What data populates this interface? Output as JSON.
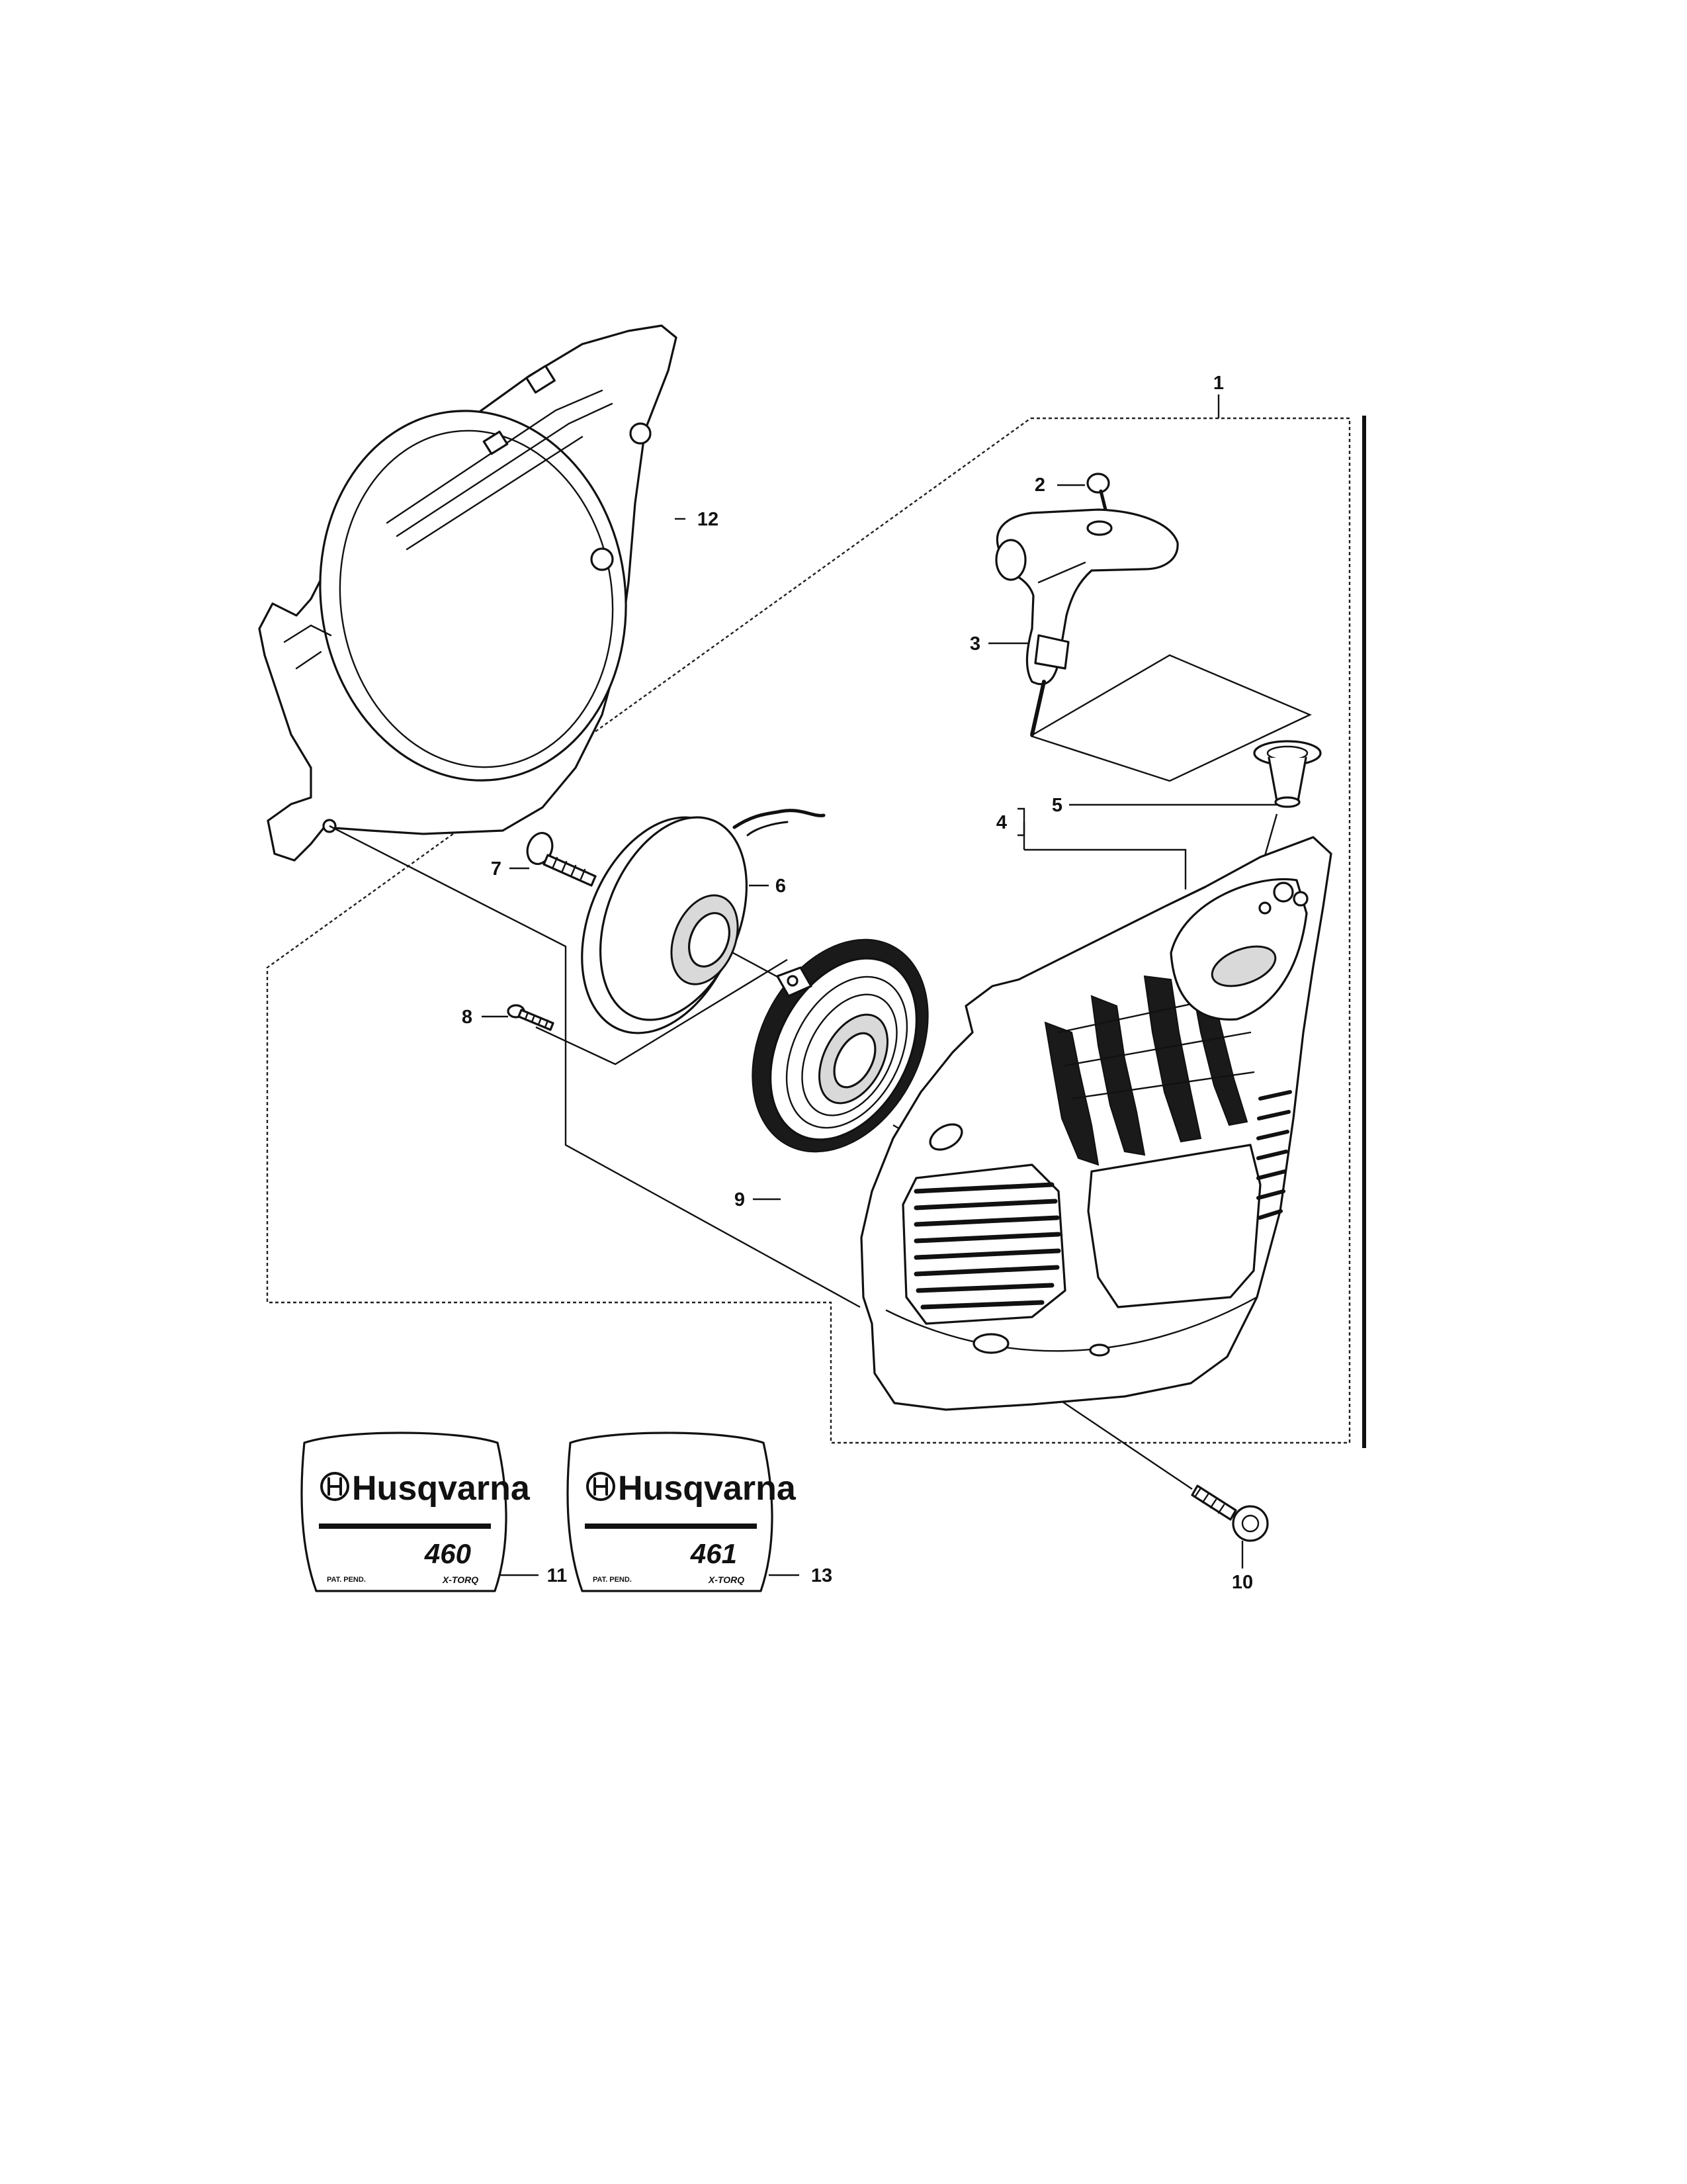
{
  "callouts": {
    "c1": "1",
    "c2": "2",
    "c3": "3",
    "c4": "4",
    "c5": "5",
    "c6": "6",
    "c7": "7",
    "c8": "8",
    "c9": "9",
    "c10": "10",
    "c11": "11",
    "c12": "12",
    "c13": "13"
  },
  "decals": [
    {
      "brand": "Husqvarna",
      "model": "460",
      "small_text": "PAT. PEND.",
      "tag": "X-TORQ"
    },
    {
      "brand": "Husqvarna",
      "model": "461",
      "small_text": "PAT. PEND.",
      "tag": "X-TORQ"
    }
  ]
}
